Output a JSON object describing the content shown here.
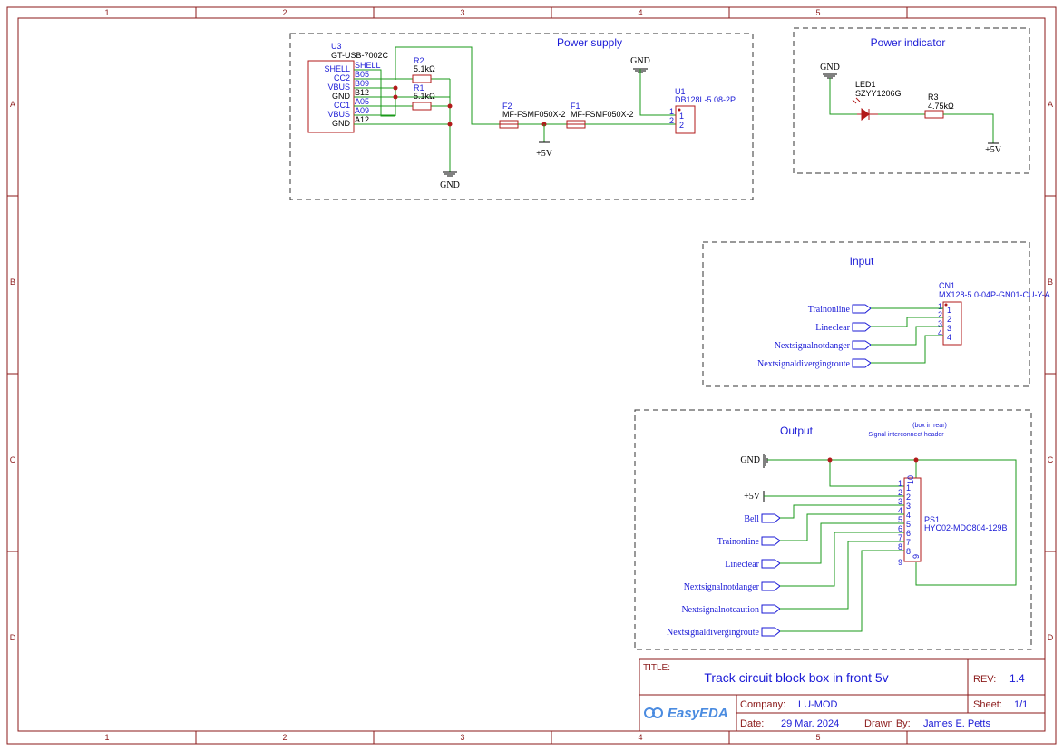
{
  "frame": {
    "columns": [
      "1",
      "2",
      "3",
      "4",
      "5"
    ],
    "rows": [
      "A",
      "B",
      "C",
      "D"
    ]
  },
  "sections": {
    "power_supply": "Power supply",
    "power_indicator": "Power indicator",
    "input": "Input",
    "output": "Output"
  },
  "u3": {
    "ref": "U3",
    "part": "GT-USB-7002C",
    "left_pins": [
      "SHELL",
      "CC2",
      "VBUS",
      "GND",
      "CC1",
      "VBUS",
      "GND"
    ],
    "right_pins": [
      "SHELL",
      "B05",
      "B09",
      "B12",
      "A05",
      "A09",
      "A12"
    ]
  },
  "r2": {
    "ref": "R2",
    "value": "5.1kΩ"
  },
  "r1": {
    "ref": "R1",
    "value": "5.1kΩ"
  },
  "f2": {
    "ref": "F2",
    "part": "MF-FSMF050X-2"
  },
  "f1": {
    "ref": "F1",
    "part": "MF-FSMF050X-2"
  },
  "u1": {
    "ref": "U1",
    "part": "DB128L-5.08-2P",
    "pins": [
      "1",
      "2"
    ],
    "pin_labels": [
      "1",
      "2"
    ]
  },
  "led1": {
    "ref": "LED1",
    "part": "SZYY1206G"
  },
  "r3": {
    "ref": "R3",
    "value": "4.75kΩ"
  },
  "power": {
    "gnd": "GND",
    "vcc": "+5V"
  },
  "cn1": {
    "ref": "CN1",
    "part": "MX128-5.0-04P-GN01-CU-Y-A",
    "pins": [
      "1",
      "2",
      "3",
      "4"
    ],
    "pin_labels": [
      "1",
      "2",
      "3",
      "4"
    ],
    "nets": [
      "Trainonline",
      "Lineclear",
      "Nextsignalnotdanger",
      "Nextsignaldivergingroute"
    ]
  },
  "ps1": {
    "note1": "(box in rear)",
    "note2": "Signal interconnect header",
    "ref": "PS1",
    "part": "HYC02-MDC804-129B",
    "left_pins": [
      "1",
      "2",
      "3",
      "4",
      "5",
      "6",
      "7",
      "8",
      "9"
    ],
    "inner_pins": [
      "1",
      "2",
      "3",
      "4",
      "5",
      "6",
      "7",
      "8"
    ],
    "top_pin": "10",
    "bottom_pin": "9",
    "nets": [
      "Bell",
      "Trainonline",
      "Lineclear",
      "Nextsignalnotdanger",
      "Nextsignalnotcaution",
      "Nextsignaldivergingroute"
    ]
  },
  "title_block": {
    "title_label": "TITLE:",
    "title": "Track circuit block box in front 5v",
    "rev_label": "REV:",
    "rev": "1.4",
    "logo": "EasyEDA",
    "company_label": "Company:",
    "company": "LU-MOD",
    "sheet_label": "Sheet:",
    "sheet": "1/1",
    "date_label": "Date:",
    "date": "29 Mar. 2024",
    "drawn_label": "Drawn By:",
    "drawn": "James E. Petts"
  },
  "colors": {
    "frame": "#8b1a1a",
    "wire": "#1a9a1a",
    "text": "#1a1ad6",
    "component": "#b21a1a"
  }
}
